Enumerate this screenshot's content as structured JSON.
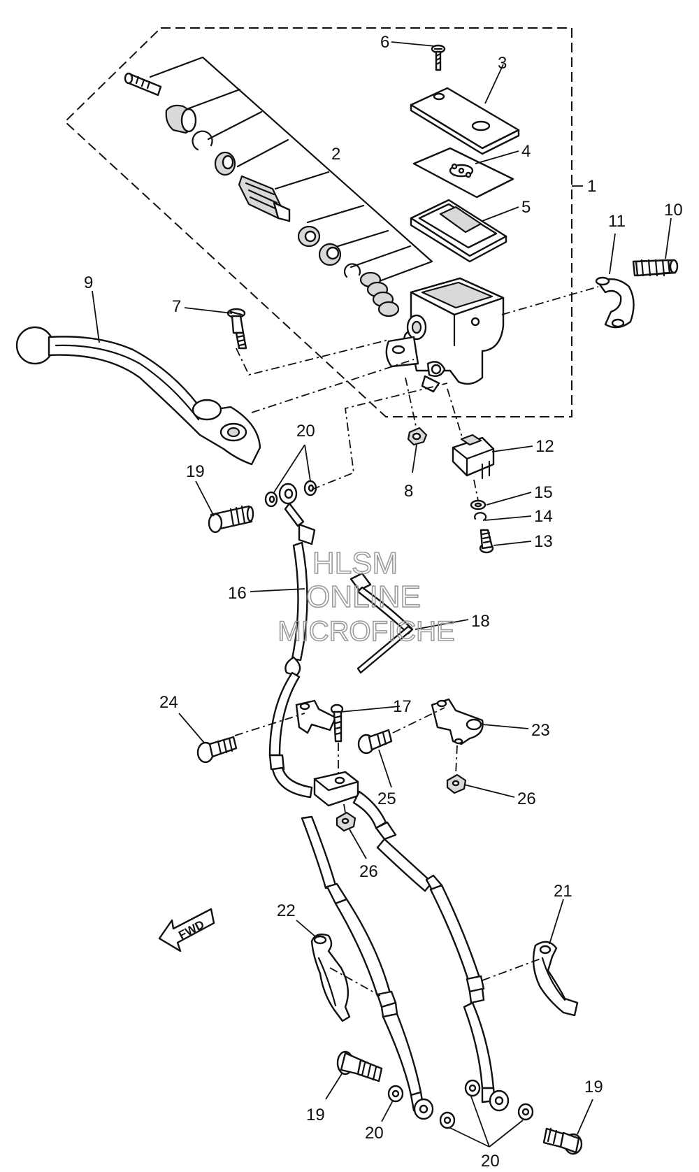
{
  "callouts": {
    "c1": "1",
    "c2": "2",
    "c3": "3",
    "c4": "4",
    "c5": "5",
    "c6": "6",
    "c7": "7",
    "c8": "8",
    "c9": "9",
    "c10": "10",
    "c11": "11",
    "c12": "12",
    "c13": "13",
    "c14": "14",
    "c15": "15",
    "c16": "16",
    "c17": "17",
    "c18": "18",
    "c19": "19",
    "c20": "20",
    "c21": "21",
    "c22": "22",
    "c23": "23",
    "c24": "24",
    "c25": "25",
    "c26": "26"
  },
  "watermark": {
    "line1": "HLSM",
    "line2": "ONLINE",
    "line3": "MICROFICHE"
  },
  "direction_label": "FWD"
}
